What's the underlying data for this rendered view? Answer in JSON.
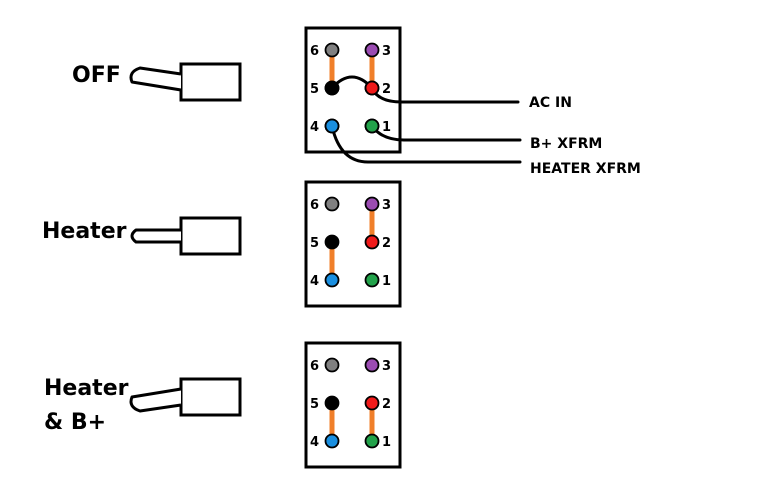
{
  "colors": {
    "jumper": "#F07F2A",
    "wire": "#000000",
    "outline": "#000000"
  },
  "pin_colors": {
    "1": "#22A24A",
    "2": "#F01A1A",
    "3": "#9B4CB2",
    "4": "#1A8FE0",
    "5": "#000000",
    "6": "#808080"
  },
  "pin_labels": [
    "6",
    "5",
    "4",
    "3",
    "2",
    "1"
  ],
  "wire_labels": {
    "ac_in": "AC IN",
    "b_plus": "B+ XFRM",
    "heater": "HEATER XFRM"
  },
  "states": [
    {
      "name": "off",
      "label_lines": [
        "OFF"
      ],
      "lever": "up",
      "jumpers": [
        [
          "5",
          "6"
        ],
        [
          "2",
          "3"
        ]
      ]
    },
    {
      "name": "heater",
      "label_lines": [
        "Heater"
      ],
      "lever": "middle",
      "jumpers": [
        [
          "4",
          "5"
        ],
        [
          "2",
          "3"
        ]
      ]
    },
    {
      "name": "heater-b-plus",
      "label_lines": [
        "Heater",
        "& B+"
      ],
      "lever": "down",
      "jumpers": [
        [
          "4",
          "5"
        ],
        [
          "1",
          "2"
        ]
      ]
    }
  ]
}
